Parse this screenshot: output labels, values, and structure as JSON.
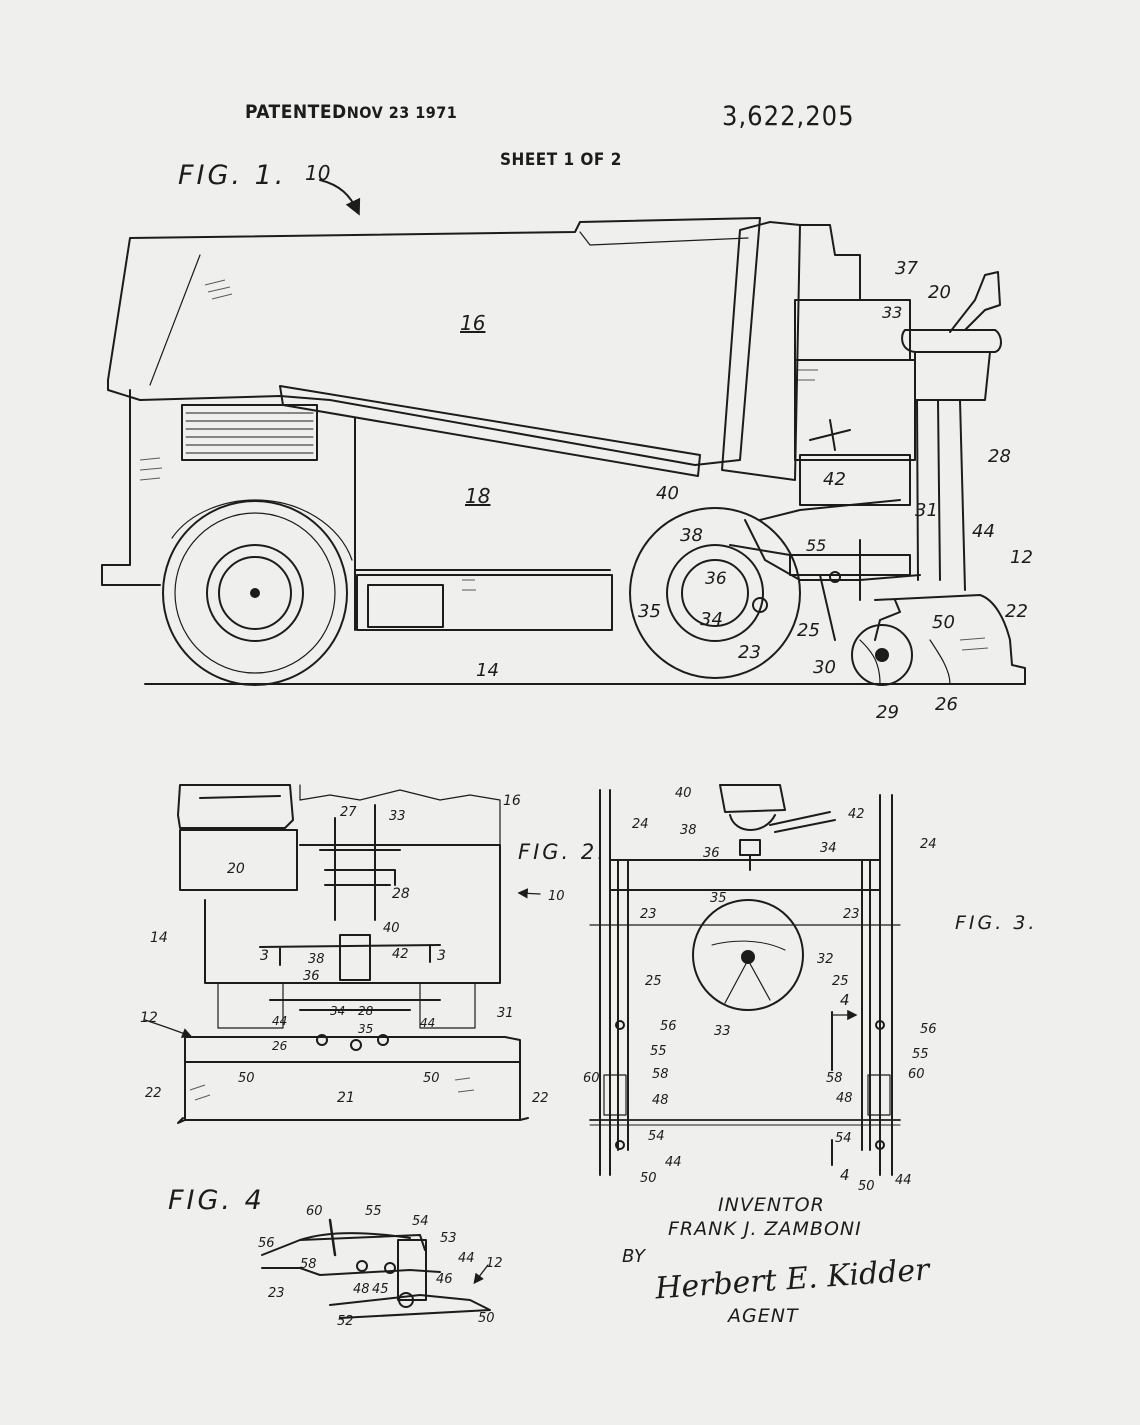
{
  "header": {
    "patented_label": "PATENTED",
    "patent_date": "NOV 23 1971",
    "patent_number": "3,622,205",
    "sheet": "SHEET 1 OF 2"
  },
  "figures": {
    "fig1": "FIG. 1.",
    "fig2": "FIG. 2.",
    "fig3": "FIG. 3.",
    "fig4": "FIG. 4"
  },
  "fig1_refs": [
    "10",
    "16",
    "18",
    "14",
    "37",
    "33",
    "20",
    "28",
    "40",
    "42",
    "31",
    "44",
    "12",
    "38",
    "55",
    "36",
    "35",
    "34",
    "25",
    "23",
    "30",
    "50",
    "22",
    "29",
    "26"
  ],
  "fig2_refs": [
    "16",
    "27",
    "33",
    "20",
    "28",
    "10",
    "14",
    "40",
    "38",
    "36",
    "42",
    "3",
    "3",
    "12",
    "44",
    "34",
    "35",
    "44",
    "28",
    "26",
    "50",
    "50",
    "21",
    "22",
    "22",
    "31"
  ],
  "fig3_refs": [
    "40",
    "42",
    "38",
    "36",
    "34",
    "24",
    "24",
    "35",
    "23",
    "23",
    "32",
    "25",
    "25",
    "33",
    "56",
    "56",
    "55",
    "55",
    "60",
    "58",
    "58",
    "60",
    "48",
    "48",
    "54",
    "54",
    "44",
    "44",
    "50",
    "50",
    "4",
    "4"
  ],
  "fig4_refs": [
    "60",
    "55",
    "54",
    "53",
    "56",
    "58",
    "44",
    "12",
    "23",
    "48",
    "45",
    "46",
    "52",
    "50"
  ],
  "credits": {
    "inventor_label": "INVENTOR",
    "inventor_name": "FRANK J. ZAMBONI",
    "by": "BY",
    "agent_signature": "Herbert E. Kidder",
    "agent_label": "AGENT"
  },
  "colors": {
    "paper": "#efefee",
    "ink": "#1c1c1c"
  }
}
